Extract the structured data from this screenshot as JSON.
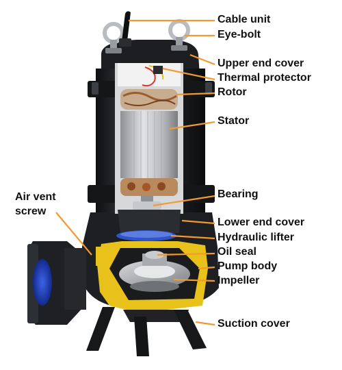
{
  "labels": {
    "cable_unit": "Cable unit",
    "eye_bolt": "Eye-bolt",
    "upper_end_cover": "Upper end cover",
    "thermal_protector": "Thermal protector",
    "rotor": "Rotor",
    "stator": "Stator",
    "bearing": "Bearing",
    "lower_end_cover": "Lower end cover",
    "hydraulic_lifter": "Hydraulic lifter",
    "oil_seal": "Oil seal",
    "pump_body": "Pump body",
    "impeller": "Impeller",
    "suction_cover": "Suction cover",
    "air_vent_line1": "Air vent",
    "air_vent_line2": "screw"
  },
  "colors": {
    "leader": "#f29a2e",
    "casing": "#1b1d1f",
    "cutaway_yellow": "#e8c21a",
    "outlet_blue": "#1f3fbf",
    "stator": "#c9c9c9",
    "copper": "#b8703a"
  }
}
